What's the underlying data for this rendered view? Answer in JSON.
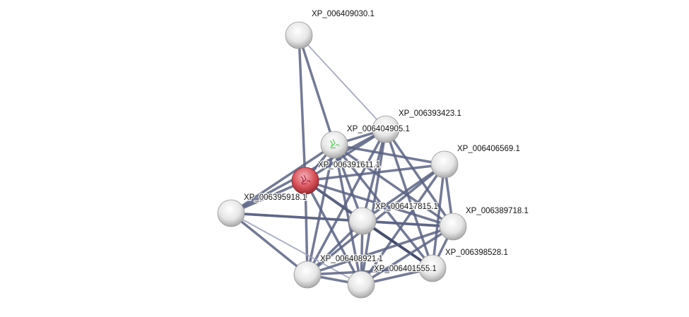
{
  "network": {
    "nodes": [
      {
        "id": "XP_006409030.1",
        "label": "XP_006409030.1",
        "color": "#e8e8e8",
        "query": false
      },
      {
        "id": "XP_006393423.1",
        "label": "XP_006393423.1",
        "color": "#e8e8e8",
        "query": false
      },
      {
        "id": "XP_006404905.1",
        "label": "XP_006404905.1",
        "color": "#e8e8e8",
        "query": false,
        "structure": "green"
      },
      {
        "id": "XP_006406569.1",
        "label": "XP_006406569.1",
        "color": "#e8e8e8",
        "query": false
      },
      {
        "id": "XP_006391611.1",
        "label": "XP_006391611.1",
        "color": "#d9545c",
        "query": true,
        "structure": "red"
      },
      {
        "id": "XP_006395918.1",
        "label": "XP_006395918.1",
        "color": "#e8e8e8",
        "query": false
      },
      {
        "id": "XP_006417815.1",
        "label": "XP_006417815.1",
        "color": "#e8e8e8",
        "query": false
      },
      {
        "id": "XP_006389718.1",
        "label": "XP_006389718.1",
        "color": "#e8e8e8",
        "query": false
      },
      {
        "id": "XP_006398528.1",
        "label": "XP_006398528.1",
        "color": "#e8e8e8",
        "query": false
      },
      {
        "id": "XP_006408921.1",
        "label": "XP_006408921.1",
        "color": "#e8e8e8",
        "query": false
      },
      {
        "id": "XP_006401555.1",
        "label": "XP_006401555.1",
        "color": "#e8e8e8",
        "query": false
      }
    ],
    "edges": [
      [
        "XP_006409030.1",
        "XP_006391611.1",
        0.8
      ],
      [
        "XP_006409030.1",
        "XP_006404905.1",
        0.7
      ],
      [
        "XP_006409030.1",
        "XP_006393423.1",
        0.5
      ],
      [
        "XP_006393423.1",
        "XP_006404905.1",
        0.8
      ],
      [
        "XP_006393423.1",
        "XP_006391611.1",
        0.8
      ],
      [
        "XP_006393423.1",
        "XP_006417815.1",
        0.8
      ],
      [
        "XP_006393423.1",
        "XP_006389718.1",
        0.8
      ],
      [
        "XP_006393423.1",
        "XP_006398528.1",
        0.8
      ],
      [
        "XP_006393423.1",
        "XP_006401555.1",
        0.8
      ],
      [
        "XP_006393423.1",
        "XP_006408921.1",
        0.7
      ],
      [
        "XP_006393423.1",
        "XP_006395918.1",
        0.6
      ],
      [
        "XP_006404905.1",
        "XP_006391611.1",
        0.8
      ],
      [
        "XP_006404905.1",
        "XP_006406569.1",
        0.8
      ],
      [
        "XP_006404905.1",
        "XP_006417815.1",
        0.8
      ],
      [
        "XP_006404905.1",
        "XP_006395918.1",
        0.6
      ],
      [
        "XP_006404905.1",
        "XP_006408921.1",
        0.7
      ],
      [
        "XP_006404905.1",
        "XP_006401555.1",
        0.8
      ],
      [
        "XP_006404905.1",
        "XP_006389718.1",
        0.8
      ],
      [
        "XP_006404905.1",
        "XP_006398528.1",
        0.7
      ],
      [
        "XP_006391611.1",
        "XP_006406569.1",
        0.8
      ],
      [
        "XP_006391611.1",
        "XP_006395918.1",
        0.7
      ],
      [
        "XP_006391611.1",
        "XP_006417815.1",
        0.9
      ],
      [
        "XP_006391611.1",
        "XP_006408921.1",
        0.8
      ],
      [
        "XP_006391611.1",
        "XP_006401555.1",
        0.8
      ],
      [
        "XP_006391611.1",
        "XP_006398528.1",
        0.8
      ],
      [
        "XP_006391611.1",
        "XP_006389718.1",
        0.7
      ],
      [
        "XP_006406569.1",
        "XP_006417815.1",
        0.8
      ],
      [
        "XP_006406569.1",
        "XP_006389718.1",
        0.8
      ],
      [
        "XP_006406569.1",
        "XP_006398528.1",
        0.8
      ],
      [
        "XP_006406569.1",
        "XP_006408921.1",
        0.7
      ],
      [
        "XP_006406569.1",
        "XP_006401555.1",
        0.8
      ],
      [
        "XP_006395918.1",
        "XP_006417815.1",
        0.7
      ],
      [
        "XP_006395918.1",
        "XP_006408921.1",
        0.7
      ],
      [
        "XP_006395918.1",
        "XP_006401555.1",
        0.4
      ],
      [
        "XP_006395918.1",
        "XP_006389718.1",
        0.7
      ],
      [
        "XP_006417815.1",
        "XP_006389718.1",
        0.8
      ],
      [
        "XP_006417815.1",
        "XP_006398528.1",
        0.9
      ],
      [
        "XP_006417815.1",
        "XP_006408921.1",
        0.8
      ],
      [
        "XP_006417815.1",
        "XP_006401555.1",
        0.8
      ],
      [
        "XP_006389718.1",
        "XP_006398528.1",
        0.8
      ],
      [
        "XP_006389718.1",
        "XP_006408921.1",
        0.7
      ],
      [
        "XP_006389718.1",
        "XP_006401555.1",
        0.7
      ],
      [
        "XP_006398528.1",
        "XP_006401555.1",
        0.8
      ],
      [
        "XP_006398528.1",
        "XP_006408921.1",
        0.7
      ],
      [
        "XP_006408921.1",
        "XP_006401555.1",
        0.8
      ]
    ]
  }
}
